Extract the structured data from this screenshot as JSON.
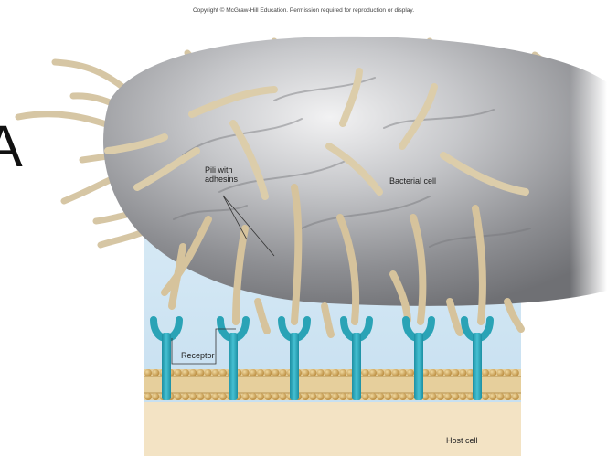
{
  "copyright": "Copyright © McGraw-Hill Education. Permission required for reproduction or display.",
  "side_letter": "A",
  "labels": {
    "pili_line1": "Pili with",
    "pili_line2": "adhesins",
    "bacterial_cell": "Bacterial cell",
    "receptor": "Receptor",
    "host_cell": "Host cell"
  },
  "colors": {
    "bacterium": "#8e8f93",
    "pili": "#d9c9a8",
    "host_fluid": "#cfe4f2",
    "receptor": "#2aa3b6",
    "membrane": "#c9a15a"
  }
}
